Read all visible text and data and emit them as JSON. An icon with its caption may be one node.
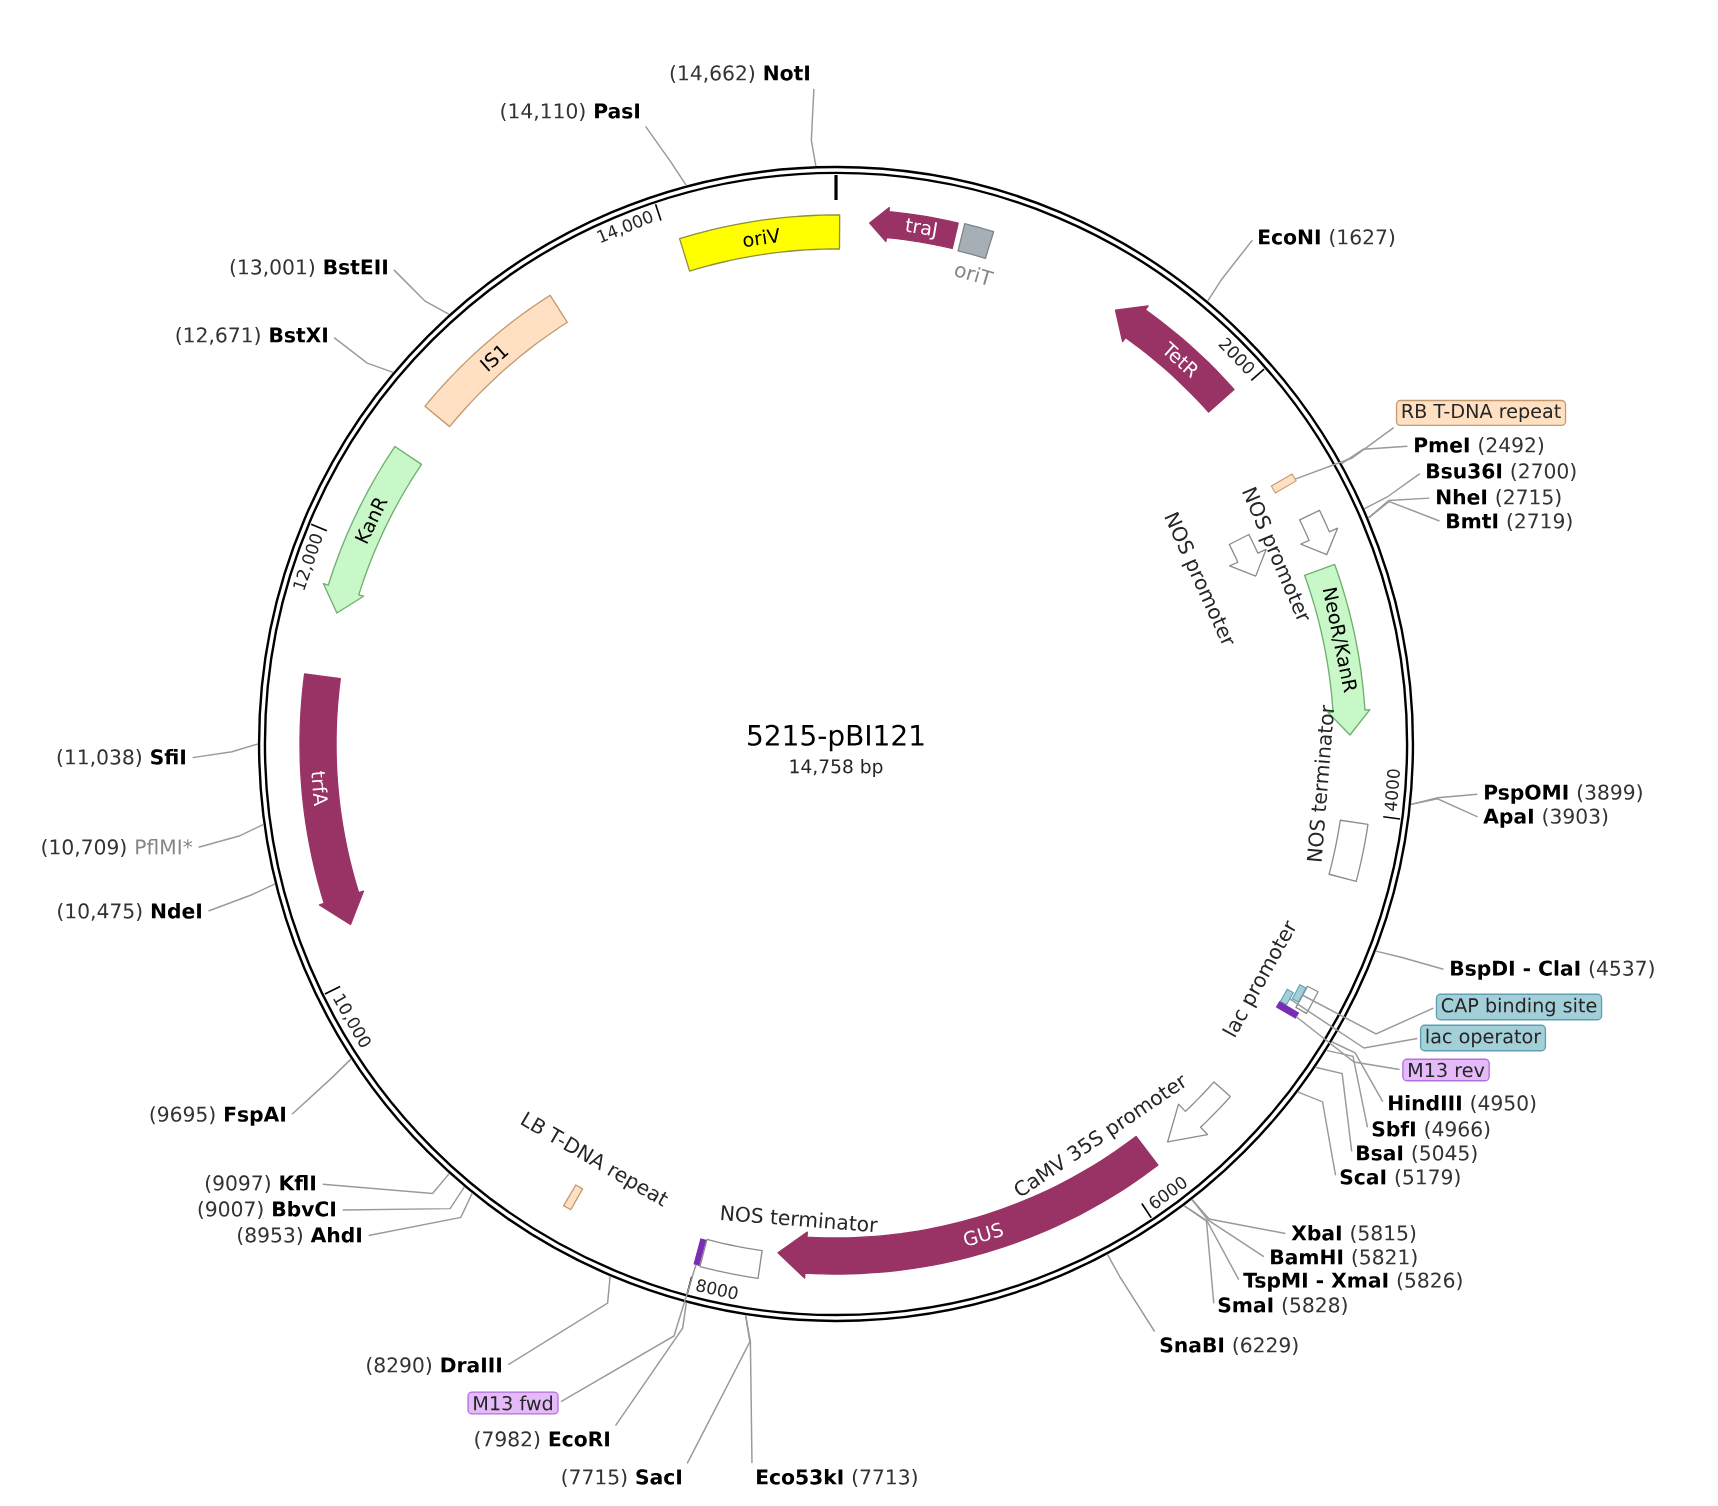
{
  "diagram": {
    "title": "5215-pBI121",
    "nodes": [
      {
        "text": [],
        "shape": "circle"
      },
      {
        "text": [
          "oriV"
        ],
        "in": 0
      },
      {
        "text": [
          "traJ"
        ],
        "in": 0
      },
      {
        "text": [
          "oriT"
        ],
        "in": 0
      },
      {
        "text": [
          "TetR"
        ],
        "in": 0
      },
      {
        "text": [],
        "shape": "box",
        "in": 0
      },
      {
        "text": [
          "NOS promoter"
        ],
        "in": 0
      },
      {
        "text": [
          "NOS promoter"
        ],
        "in": 0
      },
      {
        "text": [
          "NeoR/KanR"
        ],
        "in": 0
      },
      {
        "text": [
          "NOS terminator"
        ],
        "in": 0
      },
      {
        "text": [
          "lac promoter"
        ],
        "in": 0
      },
      {
        "text": [],
        "shape": "box",
        "in": 0
      },
      {
        "text": [],
        "shape": "box",
        "in": 0
      },
      {
        "text": [],
        "shape": "bar",
        "in": 0
      },
      {
        "text": [
          "CaMV 35S promoter"
        ],
        "in": 0
      },
      {
        "text": [
          "GUS"
        ],
        "in": 0
      },
      {
        "text": [
          "NOS terminator"
        ],
        "in": 0
      },
      {
        "text": [],
        "shape": "bar",
        "in": 0
      },
      {
        "text": [
          "LB T-DNA repeat"
        ],
        "in": 0
      },
      {
        "text": [
          "trfA"
        ],
        "in": 0
      },
      {
        "text": [
          "KanR"
        ],
        "in": 0
      },
      {
        "text": [
          "IS1"
        ],
        "in": 0
      },
      {
        "text": [
          "RB T-DNA repeat"
        ]
      },
      {
        "text": [
          "CAP binding site"
        ]
      },
      {
        "text": [
          "lac operator"
        ]
      },
      {
        "text": [
          "M13 rev"
        ]
      },
      {
        "text": [
          "M13 fwd"
        ]
      },
      {
        "text": [
          "(14,662)",
          "NotI"
        ]
      },
      {
        "text": [
          "EcoNI",
          "(1627)"
        ]
      },
      {
        "text": [
          "PmeI",
          "(2492)"
        ]
      },
      {
        "text": [
          "Bsu36I",
          "(2700)"
        ]
      },
      {
        "text": [
          "NheI",
          "(2715)"
        ]
      },
      {
        "text": [
          "BmtI",
          "(2719)"
        ]
      },
      {
        "text": [
          "PspOMI",
          "(3899)"
        ]
      },
      {
        "text": [
          "ApaI",
          "(3903)"
        ]
      },
      {
        "text": [
          "BspDI - ClaI",
          "(4537)"
        ]
      },
      {
        "text": [
          "HindIII",
          "(4950)"
        ]
      },
      {
        "text": [
          "SbfI",
          "(4966)"
        ]
      },
      {
        "text": [
          "BsaI",
          "(5045)"
        ]
      },
      {
        "text": [
          "ScaI",
          "(5179)"
        ]
      },
      {
        "text": [
          "XbaI",
          "(5815)"
        ]
      },
      {
        "text": [
          "BamHI",
          "(5821)"
        ]
      },
      {
        "text": [
          "TspMI - XmaI",
          "(5826)"
        ]
      },
      {
        "text": [
          "SmaI",
          "(5828)"
        ]
      },
      {
        "text": [
          "SnaBI",
          "(6229)"
        ]
      },
      {
        "text": [
          "Eco53kI",
          "(7713)"
        ]
      },
      {
        "text": [
          "(7715)",
          "SacI"
        ]
      },
      {
        "text": [
          "(7982)",
          "EcoRI"
        ]
      },
      {
        "text": [
          "(8290)",
          "DraIII"
        ]
      },
      {
        "text": [
          "(8953)",
          "AhdI"
        ]
      },
      {
        "text": [
          "(9007)",
          "BbvCI"
        ]
      },
      {
        "text": [
          "(9097)",
          "KflI"
        ]
      },
      {
        "text": [
          "(9695)",
          "FspAI"
        ]
      },
      {
        "text": [
          "(10,475)",
          "NdeI"
        ]
      },
      {
        "text": [
          "(10,709)",
          "PflMI*"
        ]
      },
      {
        "text": [
          "(11,038)",
          "SfiI"
        ]
      },
      {
        "text": [
          "(12,671)",
          "BstXI"
        ]
      },
      {
        "text": [
          "(13,001)",
          "BstEII"
        ]
      },
      {
        "text": [
          "(14,110)",
          "PasI"
        ]
      }
    ],
    "edges": [
      {
        "from": 22,
        "to": 5,
        "arrow": "none"
      },
      {
        "from": 23,
        "to": 11,
        "arrow": "none"
      },
      {
        "from": 24,
        "to": 12,
        "arrow": "none"
      },
      {
        "from": 25,
        "to": 13,
        "arrow": "none"
      },
      {
        "from": 26,
        "to": 17,
        "arrow": "none"
      },
      {
        "from": 27,
        "to": 0,
        "arrow": "none"
      },
      {
        "from": 28,
        "to": 0,
        "arrow": "none"
      },
      {
        "from": 29,
        "to": 0,
        "arrow": "none"
      },
      {
        "from": 30,
        "to": 0,
        "arrow": "none"
      },
      {
        "from": 31,
        "to": 0,
        "arrow": "none"
      },
      {
        "from": 32,
        "to": 0,
        "arrow": "none"
      },
      {
        "from": 33,
        "to": 0,
        "arrow": "none"
      },
      {
        "from": 34,
        "to": 0,
        "arrow": "none"
      },
      {
        "from": 35,
        "to": 0,
        "arrow": "none"
      },
      {
        "from": 36,
        "to": 0,
        "arrow": "none"
      },
      {
        "from": 37,
        "to": 0,
        "arrow": "none"
      },
      {
        "from": 38,
        "to": 0,
        "arrow": "none"
      },
      {
        "from": 39,
        "to": 0,
        "arrow": "none"
      },
      {
        "from": 40,
        "to": 0,
        "arrow": "none"
      },
      {
        "from": 41,
        "to": 0,
        "arrow": "none"
      },
      {
        "from": 42,
        "to": 0,
        "arrow": "none"
      },
      {
        "from": 43,
        "to": 0,
        "arrow": "none"
      },
      {
        "from": 44,
        "to": 0,
        "arrow": "none"
      },
      {
        "from": 45,
        "to": 0,
        "arrow": "none"
      },
      {
        "from": 46,
        "to": 0,
        "arrow": "none"
      },
      {
        "from": 47,
        "to": 0,
        "arrow": "none"
      },
      {
        "from": 48,
        "to": 0,
        "arrow": "none"
      },
      {
        "from": 49,
        "to": 0,
        "arrow": "none"
      },
      {
        "from": 50,
        "to": 0,
        "arrow": "none"
      },
      {
        "from": 51,
        "to": 0,
        "arrow": "none"
      },
      {
        "from": 52,
        "to": 0,
        "arrow": "none"
      },
      {
        "from": 53,
        "to": 0,
        "arrow": "none"
      },
      {
        "from": 54,
        "to": 0,
        "arrow": "none"
      },
      {
        "from": 55,
        "to": 0,
        "arrow": "none"
      },
      {
        "from": 56,
        "to": 0,
        "arrow": "none"
      },
      {
        "from": 57,
        "to": 0,
        "arrow": "none"
      },
      {
        "from": 58,
        "to": 0,
        "arrow": "none"
      }
    ],
    "labels": [
      "14,758 bp",
      "14,000",
      "2000",
      "4000",
      "6000",
      "8000",
      "10,000",
      "12,000"
    ]
  }
}
